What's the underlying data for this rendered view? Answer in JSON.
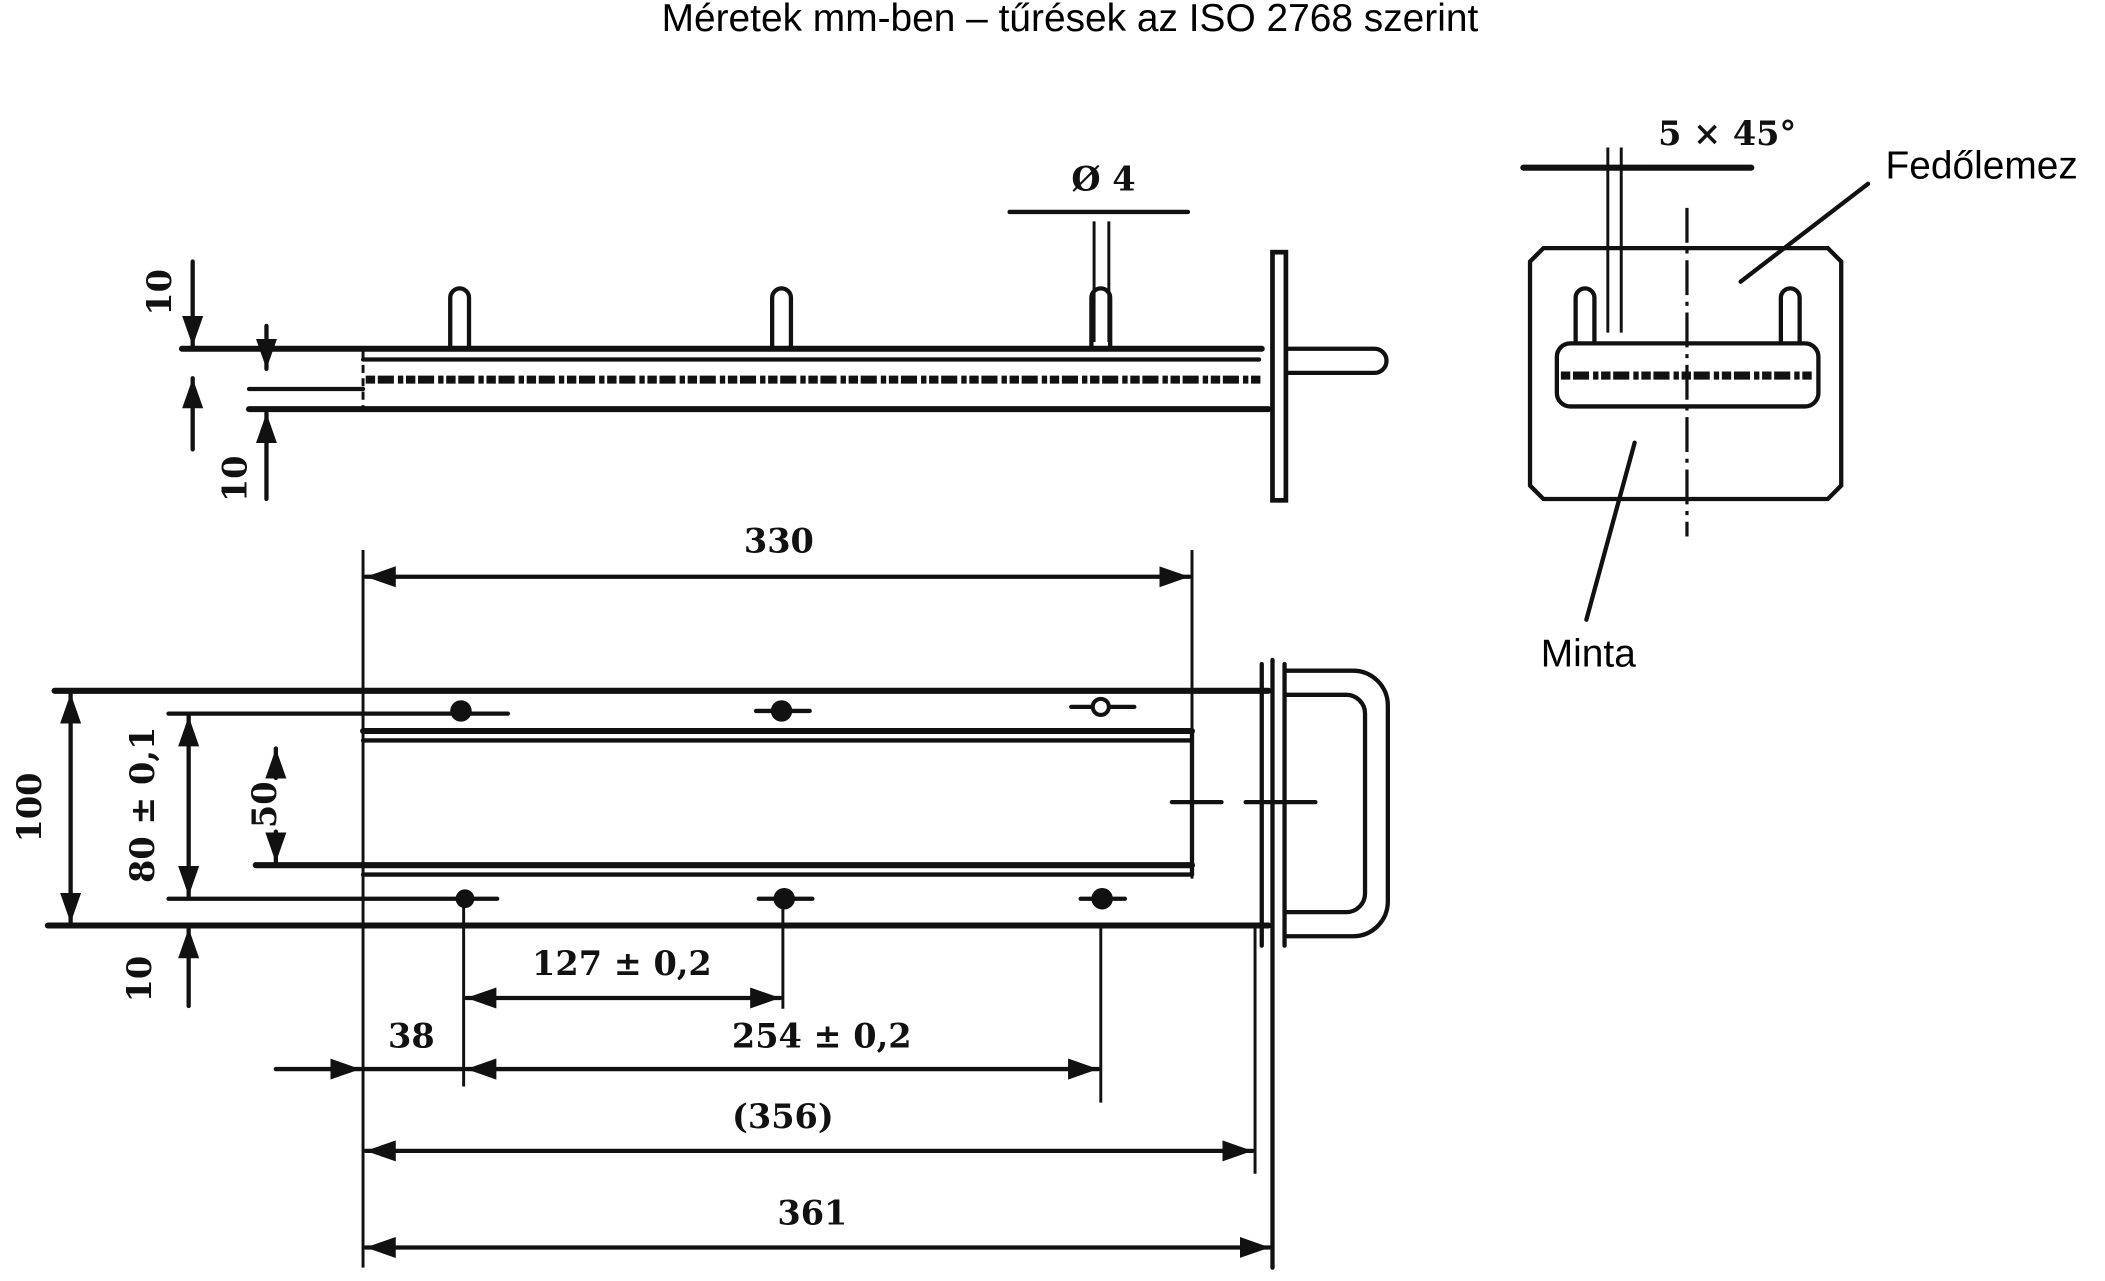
{
  "title": "Méretek mm-ben – tűrések az ISO 2768 szerint",
  "labels": {
    "cover_plate": "Fedőlemez",
    "specimen": "Minta"
  },
  "side_view": {
    "diameter": "Ø 4",
    "dim_top": "10",
    "dim_bottom": "10"
  },
  "top_view": {
    "dim_330": "330",
    "dim_100": "100",
    "dim_80": "80 ± 0,1",
    "dim_50": "50",
    "dim_10": "10",
    "dim_127": "127 ± 0,2",
    "dim_38": "38",
    "dim_254": "254 ± 0,2",
    "dim_356": "(356)",
    "dim_361": "361"
  },
  "end_view": {
    "chamfer": "5 × 45°"
  }
}
